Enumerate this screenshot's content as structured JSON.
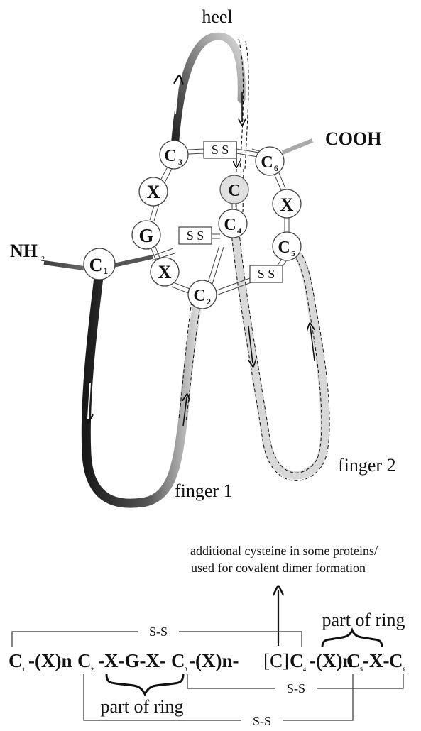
{
  "labels": {
    "heel": "heel",
    "finger1": "finger 1",
    "finger2": "finger 2",
    "cooh": "COOH",
    "nh": "NH",
    "nh_sub": "2",
    "additional_line1": "additional cysteine in some proteins/",
    "additional_line2": "used for covalent dimer formation",
    "part_of_ring_top": "part of ring",
    "part_of_ring_bottom": "part of ring",
    "ss": "S-S"
  },
  "nodes": {
    "c1": {
      "letter": "C",
      "sub": "1"
    },
    "c2": {
      "letter": "C",
      "sub": "2"
    },
    "c3": {
      "letter": "C",
      "sub": "3"
    },
    "c4": {
      "letter": "C",
      "sub": "4"
    },
    "c5": {
      "letter": "C",
      "sub": "5"
    },
    "c6": {
      "letter": "C",
      "sub": "6"
    },
    "x_top": {
      "letter": "X"
    },
    "g": {
      "letter": "G"
    },
    "x_bottom": {
      "letter": "X"
    },
    "x_right": {
      "letter": "X"
    },
    "c_extra": {
      "letter": "C"
    }
  },
  "ss_boxes": {
    "top": "S S",
    "middle": "S S",
    "right": "S S"
  },
  "sequence": {
    "c1": "C",
    "c1_sub": "1",
    "xn1": "-(X)n",
    "c2": "C",
    "c2_sub": "2",
    "motif": "-X-G-X-",
    "c3": "C",
    "c3_sub": "3",
    "xn2": " -(X)n-",
    "bracket_c": "[C]",
    "c4": "C",
    "c4_sub": "4",
    "xn3": "-(X)n",
    "c5": "C",
    "c5_sub": "5",
    "tail": "-X-",
    "c6": "C",
    "c6_sub": "6"
  },
  "colors": {
    "dark_strand": "#2a2a2a",
    "light_strand": "#d8d8d8",
    "node_fill": "#ffffff",
    "extra_fill": "#e0e0e0",
    "line": "#444444"
  }
}
